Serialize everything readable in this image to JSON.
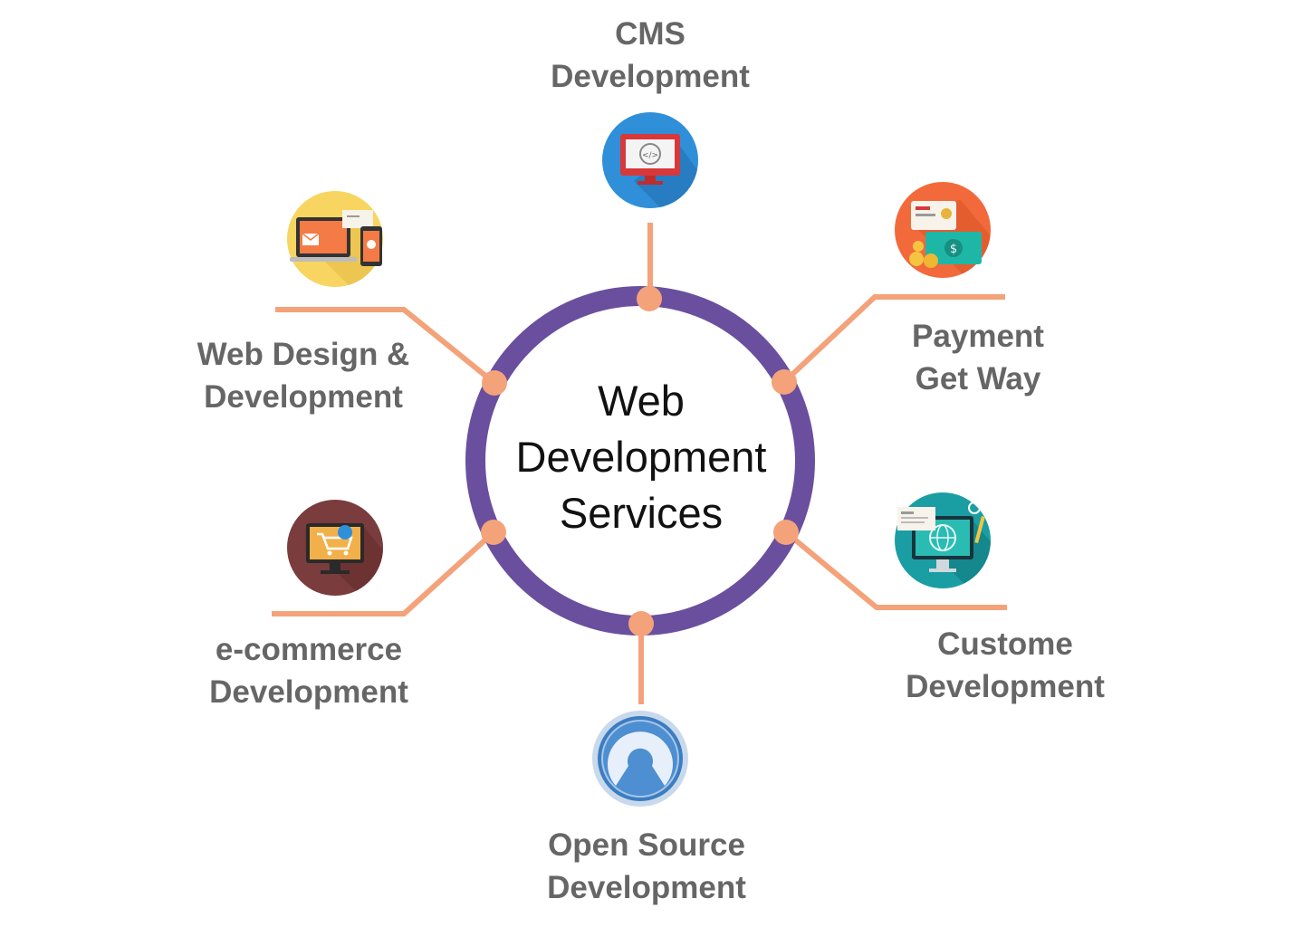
{
  "center": {
    "lines": [
      "Web",
      "Development",
      "Services"
    ]
  },
  "nodes": {
    "cms": {
      "lines": [
        "CMS",
        "Development"
      ],
      "icon": "monitor-code-icon"
    },
    "payment": {
      "lines": [
        "Payment",
        "Get Way"
      ],
      "icon": "payment-cash-icon"
    },
    "custom": {
      "lines": [
        "Custome",
        "Development"
      ],
      "icon": "desktop-globe-icon"
    },
    "open_source": {
      "lines": [
        "Open Source",
        "Development"
      ],
      "icon": "open-source-icon"
    },
    "ecommerce": {
      "lines": [
        "e-commerce",
        "Development"
      ],
      "icon": "shopping-cart-monitor-icon"
    },
    "web_design": {
      "lines": [
        "Web Design &",
        "Development"
      ],
      "icon": "devices-icon"
    }
  },
  "colors": {
    "ring": "#6a4f9e",
    "connector": "#f4a27a",
    "label": "#666666",
    "center_text": "#111111"
  }
}
